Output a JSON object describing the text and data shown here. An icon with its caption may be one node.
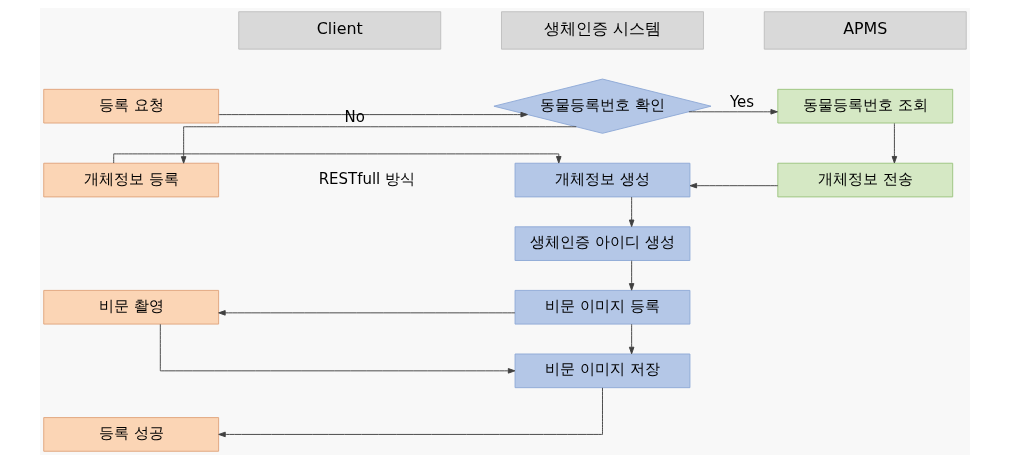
{
  "diagram": {
    "nodes": [
      {
        "text": [
          "Client"
        ]
      },
      {
        "text": [
          "생체인증 시스템"
        ]
      },
      {
        "text": [
          "APMS"
        ]
      },
      {
        "text": [
          "등록 요청"
        ]
      },
      {
        "text": [
          "동물등록번호 확인"
        ]
      },
      {
        "text": [
          "동물등록번호 조회"
        ]
      },
      {
        "text": [
          "개체정보 등록"
        ]
      },
      {
        "text": [
          "개체정보 생성"
        ]
      },
      {
        "text": [
          "개체정보 전송"
        ]
      },
      {
        "text": [
          "생체인증 아이디 생성"
        ]
      },
      {
        "text": [
          "비문 촬영"
        ]
      },
      {
        "text": [
          "비문 이미지 등록"
        ]
      },
      {
        "text": [
          "비문 이미지 저장"
        ]
      },
      {
        "text": [
          "등록 성공"
        ]
      }
    ],
    "edges": [
      {
        "from": 3,
        "to": 4,
        "arrow": "to"
      },
      {
        "from": 4,
        "to": 5,
        "arrow": "to",
        "label": "Yes"
      },
      {
        "from": 4,
        "to": 6,
        "arrow": "to",
        "label": "No"
      },
      {
        "from": 5,
        "to": 8,
        "arrow": "to"
      },
      {
        "from": 8,
        "to": 7,
        "arrow": "to"
      },
      {
        "from": 6,
        "to": 7,
        "arrow": "to"
      },
      {
        "from": 7,
        "to": 9,
        "arrow": "to"
      },
      {
        "from": 9,
        "to": 11,
        "arrow": "to"
      },
      {
        "from": 11,
        "to": 10,
        "arrow": "to"
      },
      {
        "from": 11,
        "to": 12,
        "arrow": "to"
      },
      {
        "from": 10,
        "to": 12,
        "arrow": "to"
      },
      {
        "from": 12,
        "to": 13,
        "arrow": "to"
      }
    ],
    "labels": [
      "RESTfull 방식"
    ]
  }
}
